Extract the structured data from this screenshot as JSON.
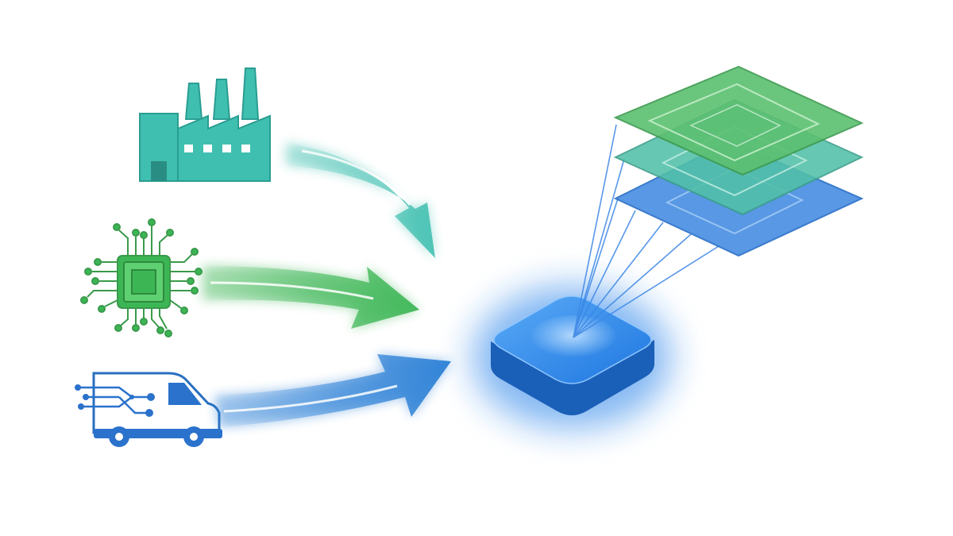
{
  "diagram": {
    "sources": [
      {
        "name": "factory",
        "icon": "factory-icon",
        "color": "#3fbfb0"
      },
      {
        "name": "chip",
        "icon": "chip-icon",
        "color": "#3cb655"
      },
      {
        "name": "van",
        "icon": "delivery-van-icon",
        "color": "#2a7fd6"
      }
    ],
    "hub": {
      "icon": "hub-platform-icon",
      "color": "#1e7ce8"
    },
    "layers": [
      {
        "name": "top-layer",
        "color": "#5cc070"
      },
      {
        "name": "middle-layer",
        "color": "#52c0a8"
      },
      {
        "name": "bottom-layer",
        "color": "#4a90e2"
      }
    ],
    "colors": {
      "teal": "#3fbfb0",
      "green": "#3cb655",
      "blue": "#2a7fd6",
      "hub_blue": "#1e7ce8"
    }
  }
}
